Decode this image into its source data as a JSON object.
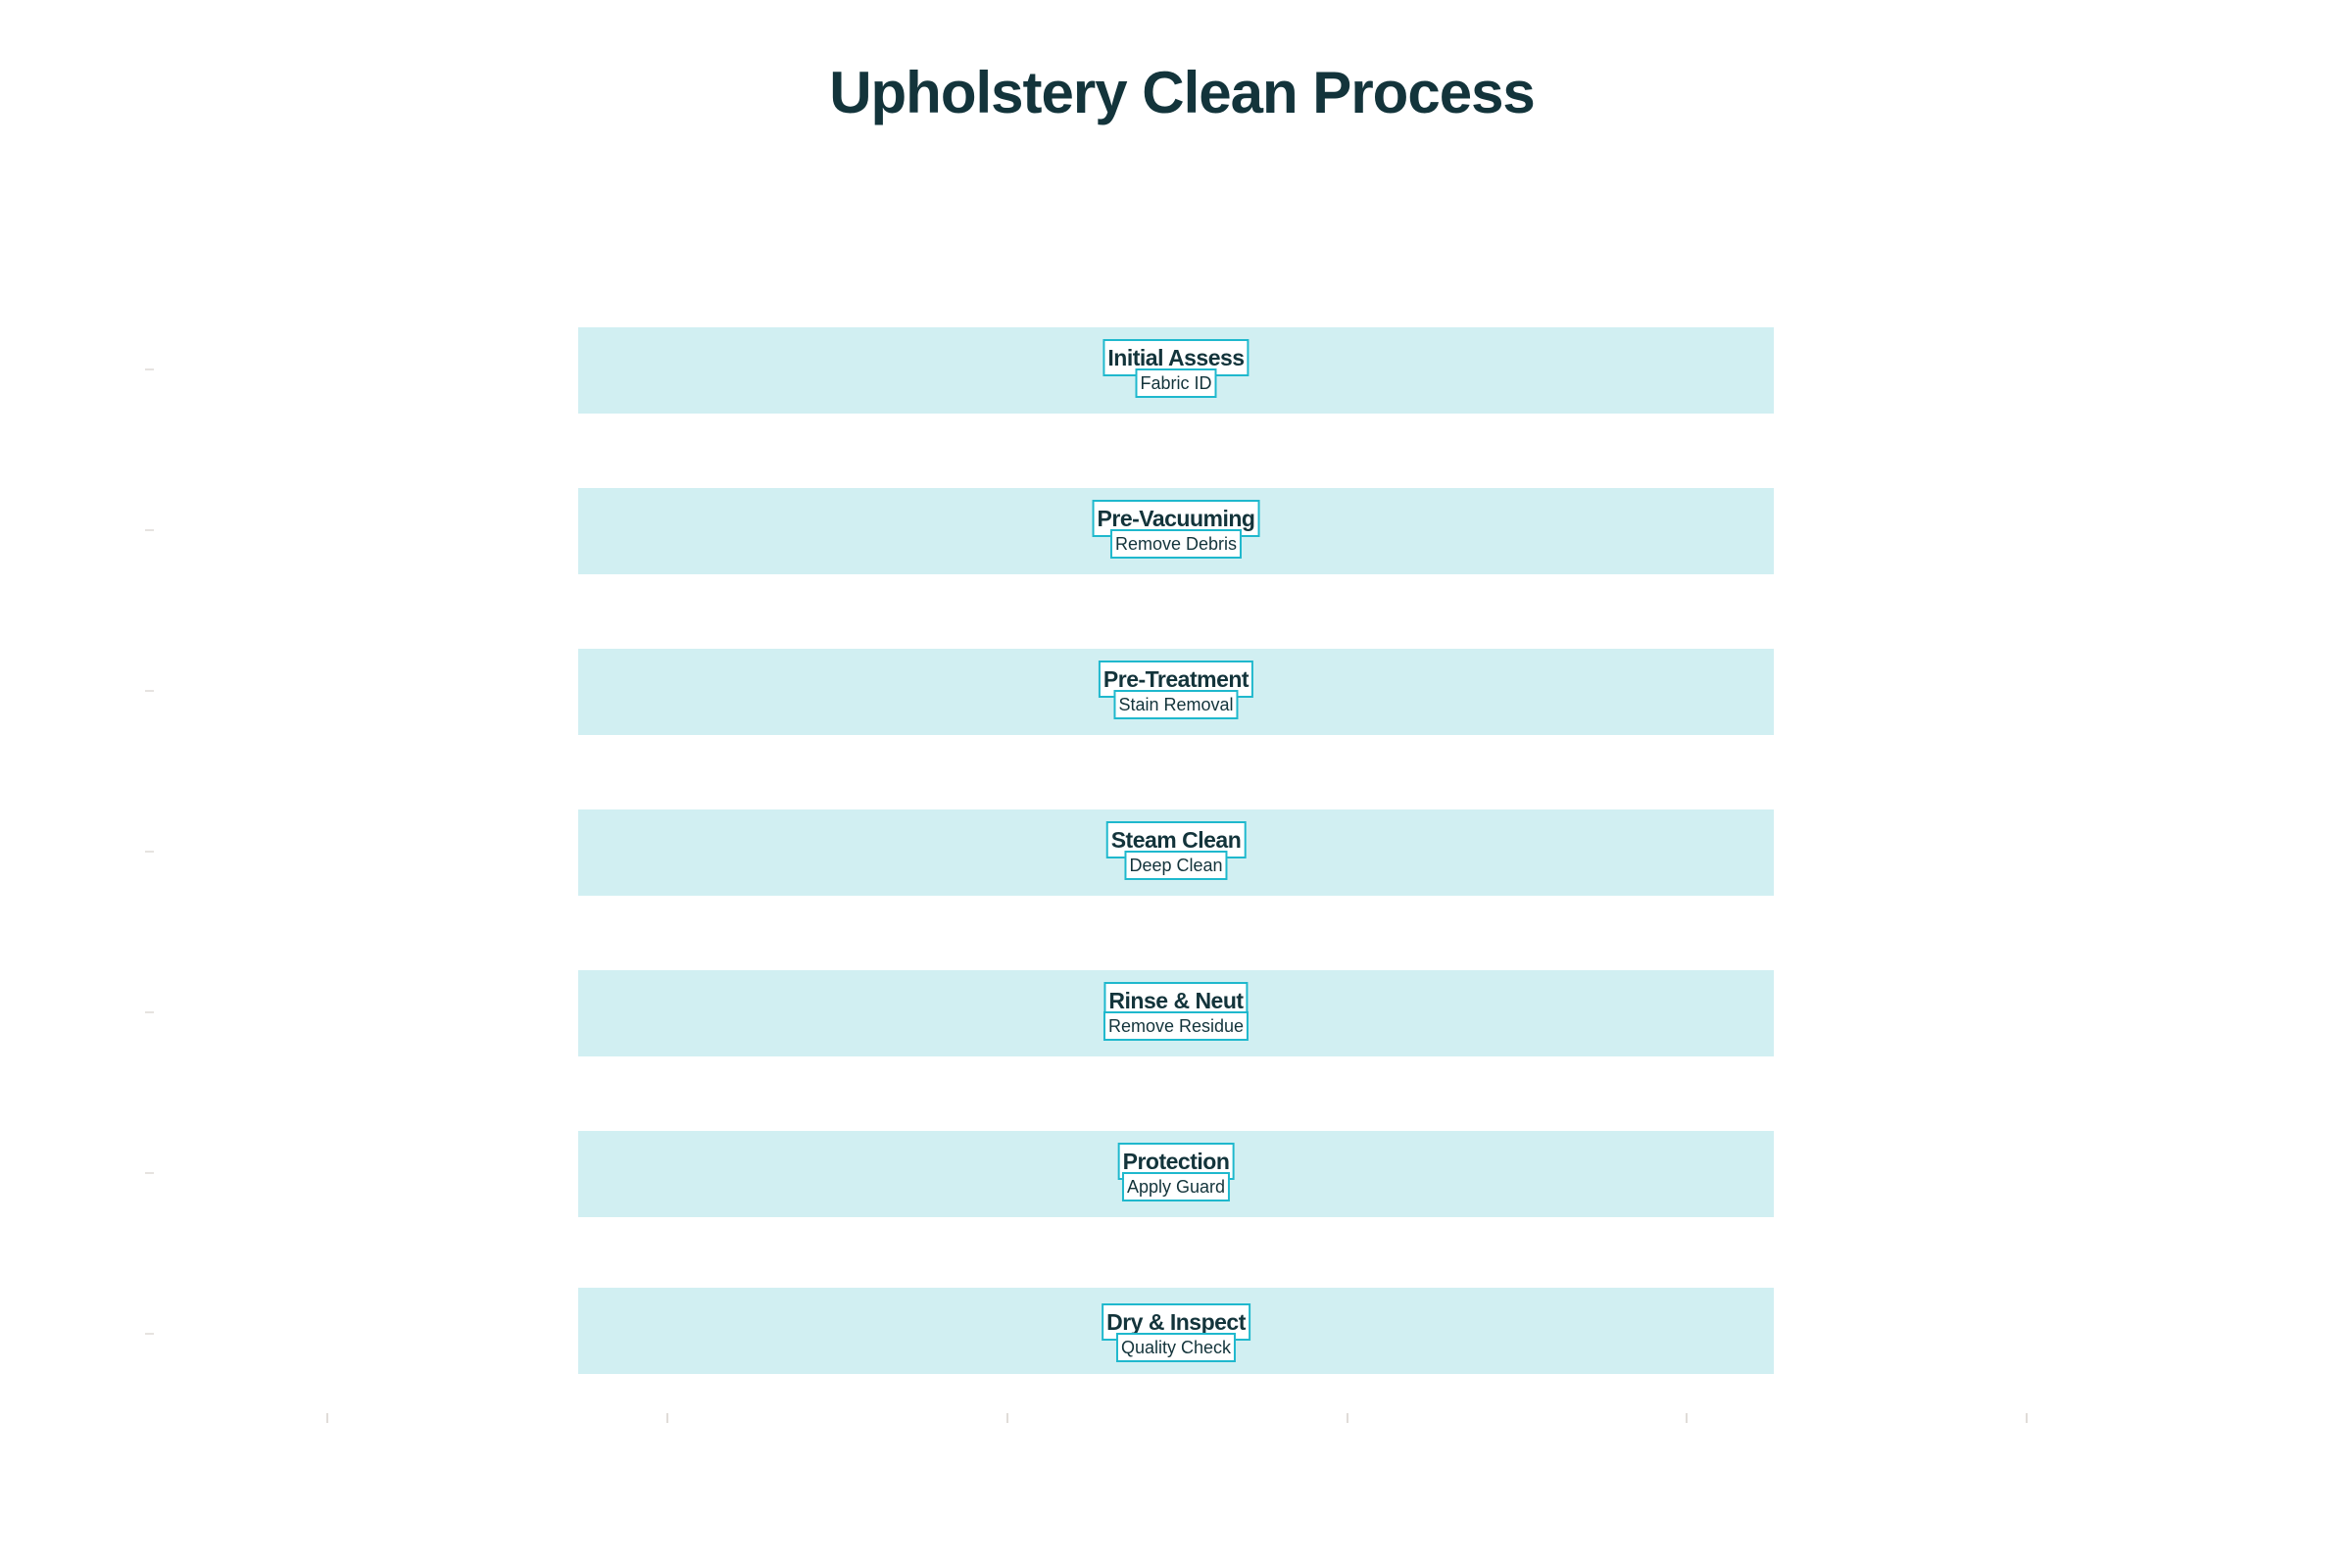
{
  "chart_data": {
    "type": "bar",
    "orientation": "horizontal",
    "title": "Upholstery Clean Process",
    "categories": [
      "Initial Assess",
      "Pre-Vacuuming",
      "Pre-Treatment",
      "Steam Clean",
      "Rinse & Neut",
      "Protection",
      "Dry & Inspect"
    ],
    "sublabels": [
      "Fabric ID",
      "Remove Debris",
      "Stain Removal",
      "Deep Clean",
      "Remove Residue",
      "Apply Guard",
      "Quality Check"
    ],
    "series": [
      {
        "name": "Step",
        "values": [
          1,
          1,
          1,
          1,
          1,
          1,
          1
        ]
      }
    ],
    "xlabel": "",
    "ylabel": "",
    "x_tick_labels": [],
    "y_tick_labels": [],
    "grid": false,
    "legend": "none",
    "colors": {
      "bar": "#D1EFF2",
      "label_border": "#1FB8CD",
      "text": "#13343B"
    }
  },
  "title": "Upholstery Clean Process",
  "steps": [
    {
      "name": "Initial Assess",
      "detail": "Fabric ID"
    },
    {
      "name": "Pre-Vacuuming",
      "detail": "Remove Debris"
    },
    {
      "name": "Pre-Treatment",
      "detail": "Stain Removal"
    },
    {
      "name": "Steam Clean",
      "detail": "Deep Clean"
    },
    {
      "name": "Rinse & Neut",
      "detail": "Remove Residue"
    },
    {
      "name": "Protection",
      "detail": "Apply Guard"
    },
    {
      "name": "Dry & Inspect",
      "detail": "Quality Check"
    }
  ]
}
